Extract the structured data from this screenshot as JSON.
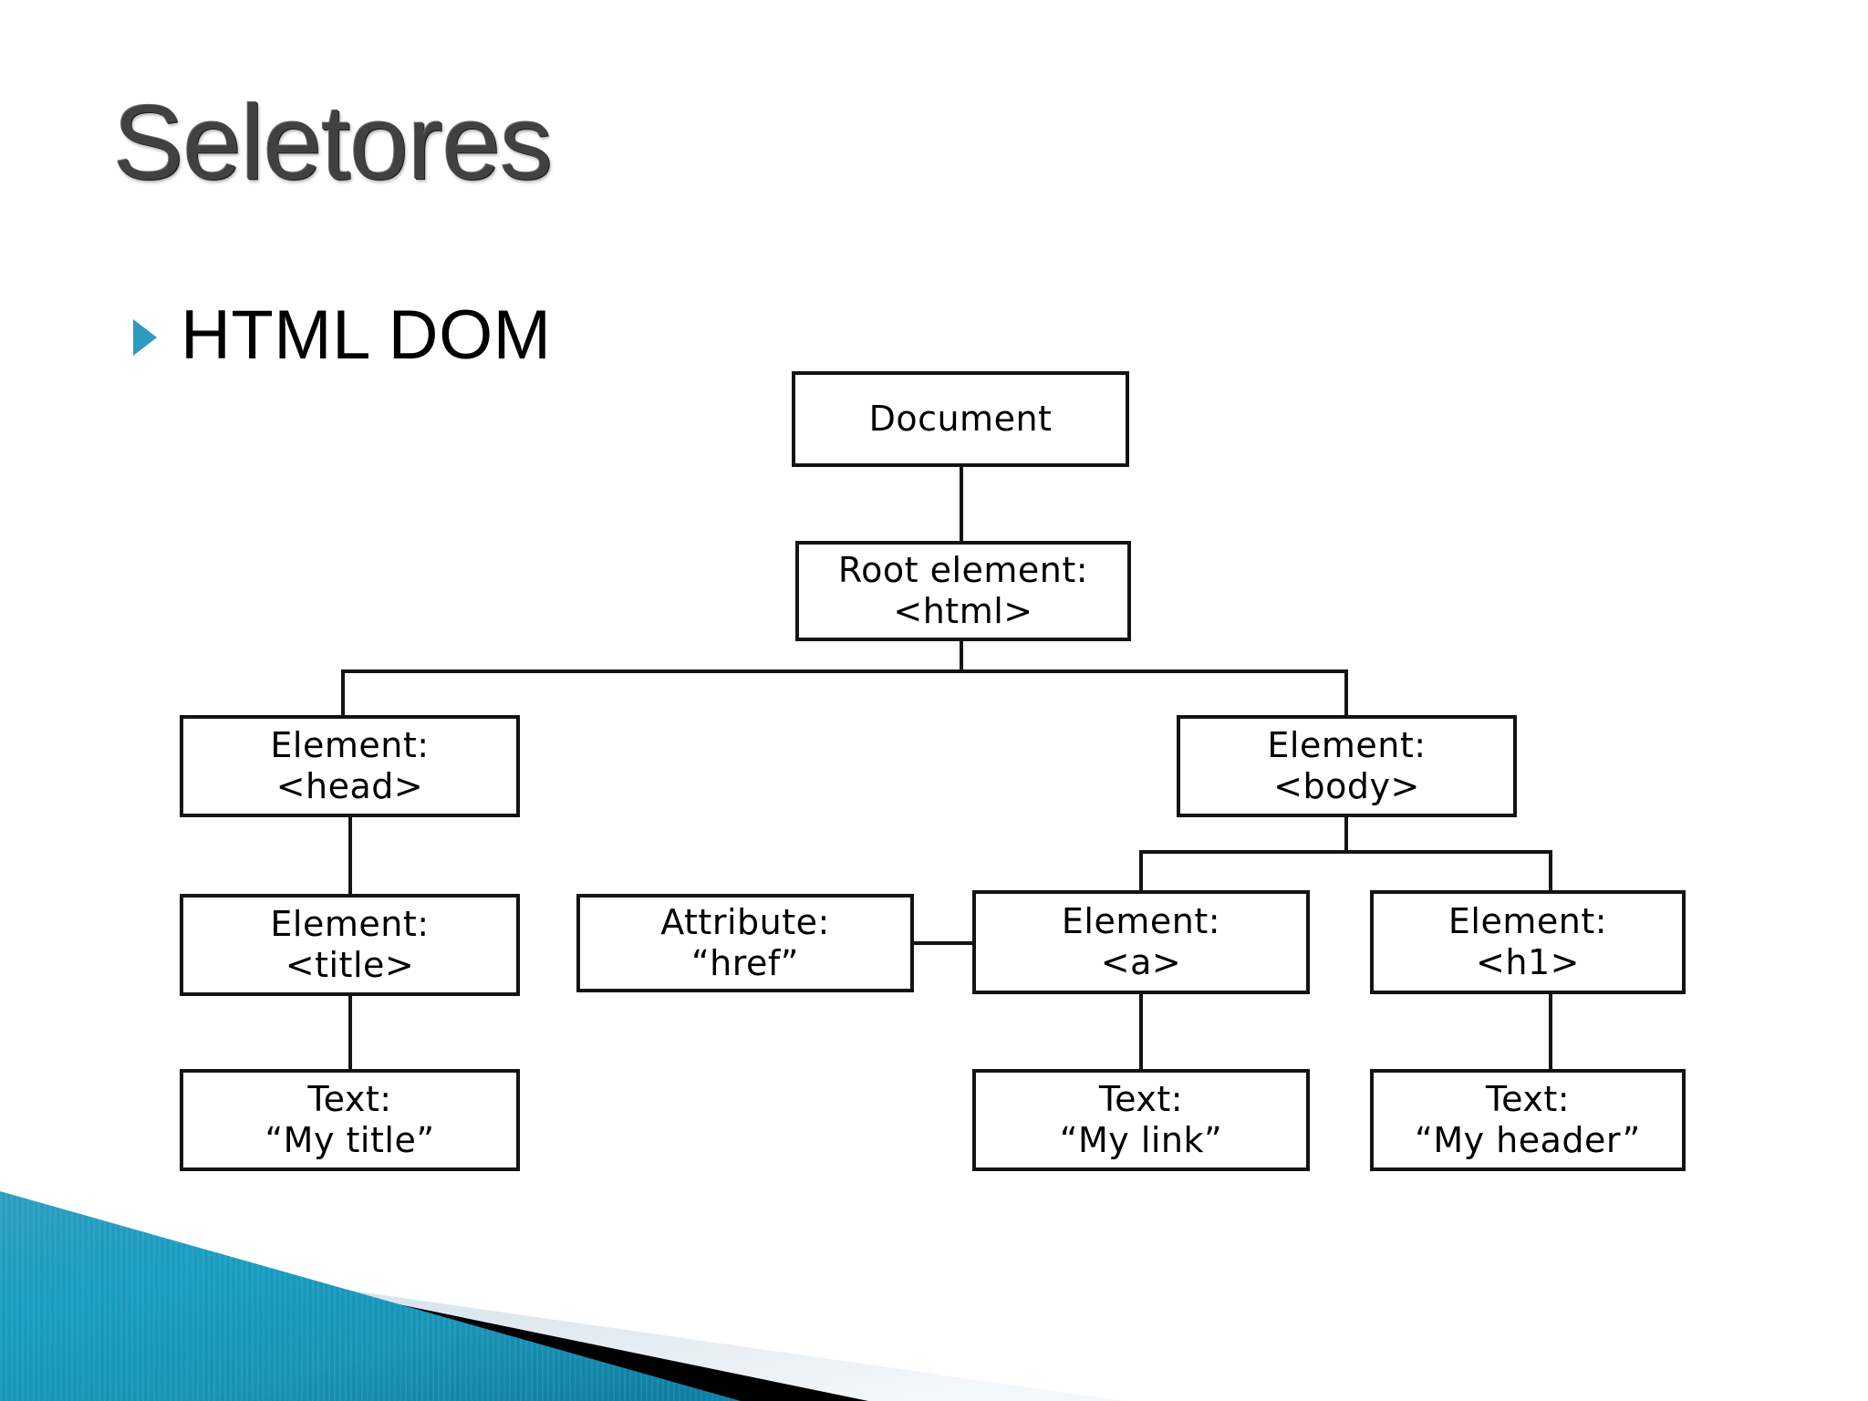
{
  "slide": {
    "title": "Seletores",
    "background_color": "#FFFFFF",
    "title_color": "#414141"
  },
  "bullet": {
    "marker_icon": "triangle-right-icon",
    "marker_color": "#2F9AC0",
    "text": "HTML DOM"
  },
  "diagram": {
    "name": "html-dom-tree",
    "type": "tree",
    "nodes": [
      {
        "id": "document",
        "line1": "Document",
        "line2": ""
      },
      {
        "id": "html",
        "line1": "Root element:",
        "line2": "<html>"
      },
      {
        "id": "head",
        "line1": "Element:",
        "line2": "<head>"
      },
      {
        "id": "body",
        "line1": "Element:",
        "line2": "<body>"
      },
      {
        "id": "title",
        "line1": "Element:",
        "line2": "<title>"
      },
      {
        "id": "href",
        "line1": "Attribute:",
        "line2": "“href”"
      },
      {
        "id": "anchor",
        "line1": "Element:",
        "line2": "<a>"
      },
      {
        "id": "h1",
        "line1": "Element:",
        "line2": "<h1>"
      },
      {
        "id": "text-title",
        "line1": "Text:",
        "line2": "“My title”"
      },
      {
        "id": "text-link",
        "line1": "Text:",
        "line2": "“My link”"
      },
      {
        "id": "text-head",
        "line1": "Text:",
        "line2": "“My header”"
      }
    ],
    "edges": [
      {
        "from": "document",
        "to": "html"
      },
      {
        "from": "html",
        "to": "head"
      },
      {
        "from": "html",
        "to": "body"
      },
      {
        "from": "head",
        "to": "title"
      },
      {
        "from": "title",
        "to": "text-title"
      },
      {
        "from": "body",
        "to": "anchor"
      },
      {
        "from": "body",
        "to": "h1"
      },
      {
        "from": "href",
        "to": "anchor"
      },
      {
        "from": "anchor",
        "to": "text-link"
      },
      {
        "from": "h1",
        "to": "text-head"
      }
    ],
    "line_color": "#141414"
  },
  "decoration": {
    "name": "bottom-left-corner-graphic",
    "teal_color": "#1E93B8",
    "teal_color_light": "#56B6D2",
    "black_color": "#000000",
    "pale_color": "#DCE7EE"
  }
}
